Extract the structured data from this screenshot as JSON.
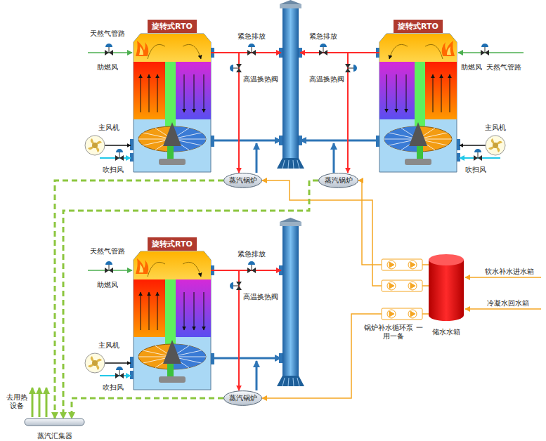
{
  "diagram": {
    "nodes": [
      {
        "text": [
          "旋转式RTO"
        ]
      },
      {
        "text": [
          "旋转式RTO"
        ]
      },
      {
        "text": [
          "蒸汽锅炉"
        ]
      },
      {
        "text": [
          "蒸汽锅炉"
        ]
      },
      {
        "text": [
          "旋转式RTO"
        ]
      },
      {
        "text": [
          "储水水箱"
        ]
      },
      {
        "text": [
          "蒸汽锅炉"
        ]
      },
      {
        "text": [
          "蒸汽汇集器"
        ]
      }
    ],
    "edges": [
      {
        "from": 0,
        "to": 2,
        "arrow": "to"
      },
      {
        "from": 1,
        "to": 3,
        "arrow": "to"
      },
      {
        "from": 4,
        "to": 6,
        "arrow": "to"
      },
      {
        "from": 5,
        "to": 2,
        "arrow": "to"
      },
      {
        "from": 5,
        "to": 3,
        "arrow": "to"
      },
      {
        "from": 5,
        "to": 6,
        "arrow": "to"
      },
      {
        "from": 2,
        "to": 7,
        "arrow": "to"
      },
      {
        "from": 3,
        "to": 7,
        "arrow": "to"
      },
      {
        "from": 6,
        "to": 7,
        "arrow": "to"
      }
    ],
    "labels": [
      "天然气管路",
      "助燃风",
      "主风机",
      "吹扫风",
      "紧急排放",
      "高温换热阀",
      "紧急排放",
      "高温换热阀",
      "助燃风",
      "天然气管路",
      "主风机",
      "吹扫风",
      "天然气管路",
      "助燃风",
      "主风机",
      "吹扫风",
      "紧急排放",
      "高温换热阀",
      "软水补水进水箱",
      "冷凝水回水箱",
      "锅炉补水循环泵 一用一备",
      "去用热 设备"
    ]
  }
}
